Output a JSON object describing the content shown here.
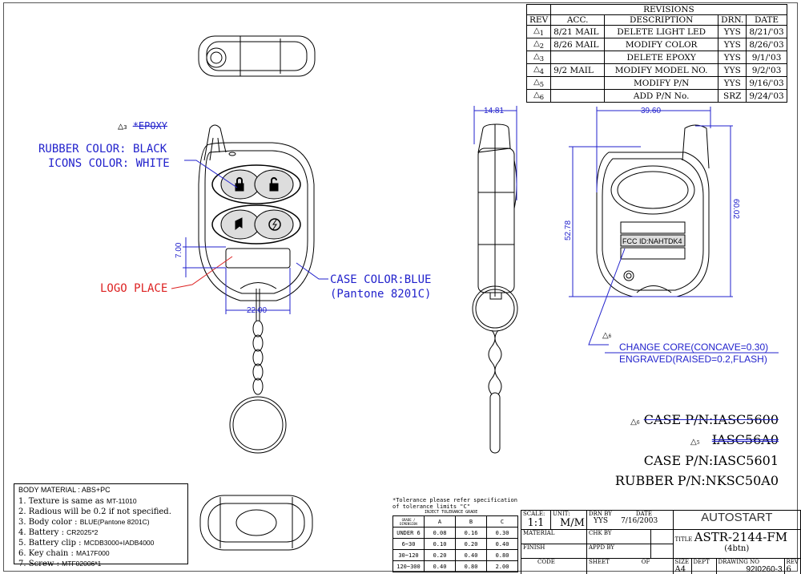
{
  "revisions": {
    "title": "REVISIONS",
    "headers": [
      "REV",
      "ACC.",
      "DESCRIPTION",
      "DRN.",
      "DATE"
    ],
    "rows": [
      {
        "rev": "1",
        "acc": "8/21 MAIL",
        "desc": "DELETE LIGHT LED",
        "drn": "YYS",
        "date": "8/21/'03"
      },
      {
        "rev": "2",
        "acc": "8/26 MAIL",
        "desc": "MODIFY COLOR",
        "drn": "YYS",
        "date": "8/26/'03"
      },
      {
        "rev": "3",
        "acc": "",
        "desc": "DELETE EPOXY",
        "drn": "YYS",
        "date": "9/1/'03"
      },
      {
        "rev": "4",
        "acc": "9/2 MAIL",
        "desc": "MODIFY MODEL NO.",
        "drn": "YYS",
        "date": "9/2/'03"
      },
      {
        "rev": "5",
        "acc": "",
        "desc": "MODIFY P/N",
        "drn": "YYS",
        "date": "9/16/'03"
      },
      {
        "rev": "6",
        "acc": "",
        "desc": "ADD P/N No.",
        "drn": "SRZ",
        "date": "9/24/'03"
      }
    ]
  },
  "annotations": {
    "epoxy_rev": "3",
    "epoxy": "*EPOXY",
    "rubber_color": "RUBBER COLOR: BLACK",
    "icons_color": "ICONS COLOR: WHITE",
    "logo_place": "LOGO PLACE",
    "case_color": "CASE COLOR:BLUE",
    "pantone": "(Pantone 8201C)",
    "change_rev": "6",
    "change_core": "CHANGE CORE(CONCAVE=0.30)",
    "engraved": "ENGRAVED(RAISED=0.2,FLASH)",
    "fcc_id": "FCC ID:NAHTDK4"
  },
  "dimensions": {
    "logo_height": "7.00",
    "logo_width": "22.00",
    "thickness": "14.81",
    "width": "39.60",
    "body_height": "52.78",
    "total_height": "60.02"
  },
  "part_numbers": {
    "old_case_rev": "6",
    "old_case": "CASE P/N:IASC5600",
    "old_case2_rev": "5",
    "old_case2": "IASC56A0",
    "case": "CASE P/N:IASC5601",
    "rubber": "RUBBER P/N:NKSC50A0"
  },
  "notes": {
    "header": "BODY MATERIAL : ABS+PC",
    "items": [
      {
        "label": "1. Texture is same as",
        "value": "MT-11010"
      },
      {
        "label": "2. Radious will be 0.2 if not specified.",
        "value": ""
      },
      {
        "label": "3. Body color :",
        "value": "BLUE(Pantone 8201C)"
      },
      {
        "label": "4. Battery :",
        "value": "CR2025*2"
      },
      {
        "label": "5. Battery clip :",
        "value": "MCDB3000+IADB4000"
      },
      {
        "label": "6. Key chain :",
        "value": "MA17F000"
      },
      {
        "label": "7. Screw :",
        "value": "MTF02006*1"
      }
    ]
  },
  "tolerance": {
    "note1": "*Tolerance please refer specification",
    "note2": "of tolerance limits \"C\"",
    "caption": "INJECT TOLERANCE GRADE",
    "header_corner": "GRADE / DIMENSION",
    "columns": [
      "A",
      "B",
      "C"
    ],
    "rows": [
      {
        "range": "UNDER 6",
        "values": [
          "0.08",
          "0.16",
          "0.30"
        ]
      },
      {
        "range": "6~30",
        "values": [
          "0.10",
          "0.20",
          "0.40"
        ]
      },
      {
        "range": "30~120",
        "values": [
          "0.20",
          "0.40",
          "0.80"
        ]
      },
      {
        "range": "120~300",
        "values": [
          "0.40",
          "0.80",
          "2.00"
        ]
      }
    ]
  },
  "title_block": {
    "scale_label": "SCALE:",
    "scale": "1:1",
    "unit_label": "UNIT:",
    "unit": "M/M",
    "drn_by_label": "DRN BY",
    "drn_by": "YYS",
    "date_label": "DATE",
    "date": "7/16/2003",
    "company": "AUTOSTART",
    "material_label": "MATERIAL",
    "chk_by_label": "CHK BY",
    "title_label": "TITLE",
    "title": "ASTR-2144-FM",
    "subtitle": "(4btn)",
    "finish_label": "FINISH",
    "appd_by_label": "APPD BY",
    "size_label": "SIZE",
    "size": "A4",
    "dept_label": "DEPT",
    "drawing_no_label": "DRAWING NO",
    "drawing_no": "92I0260-3",
    "rev_label": "REV",
    "rev": "6",
    "code_label": "CODE",
    "sheet_label": "SHEET",
    "of_label": "OF"
  }
}
